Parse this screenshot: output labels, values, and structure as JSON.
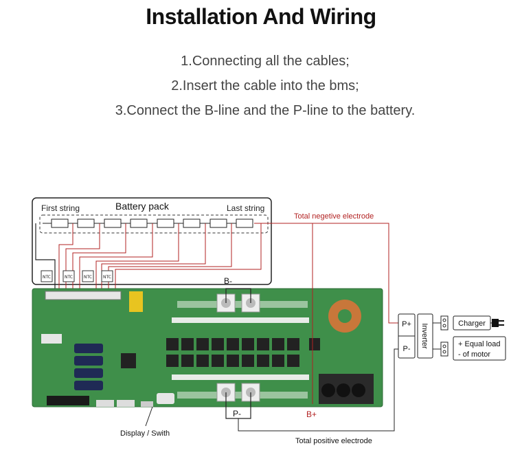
{
  "title": "Installation And Wiring",
  "steps": [
    "1.Connecting all the cables;",
    "2.Insert the cable into the bms;",
    "3.Connect the B-line and the P-line to the battery."
  ],
  "diagram": {
    "battery_pack_label": "Battery pack",
    "first_string_label": "First string",
    "last_string_label": "Last string",
    "ntc_label": "NTC",
    "b_minus_label": "B-",
    "p_minus_label": "P-",
    "b_plus_label": "B+",
    "p_plus_label": "P+",
    "p_minus_right_label": "P-",
    "inverter_label": "Inverter",
    "charger_label": "Charger",
    "load_line1": "+ Equal load",
    "load_line2": "- of motor",
    "negative_electrode_label": "Total negetive electrode",
    "positive_electrode_label": "Total positive electrode",
    "display_label": "Display / Swith",
    "colors": {
      "negative_wire": "#b22222",
      "board_green": "#3f8f4a",
      "wire_dark": "#222222"
    }
  }
}
